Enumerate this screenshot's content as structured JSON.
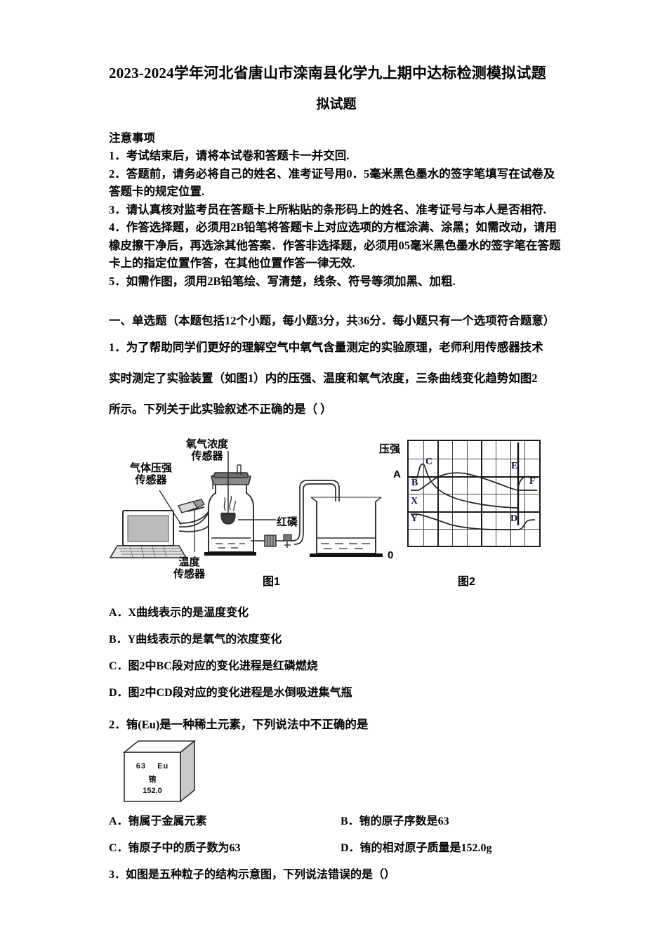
{
  "document": {
    "title": "2023-2024学年河北省唐山市滦南县化学九上期中达标检测模拟试题",
    "subtitle": "拟试题"
  },
  "notice": {
    "heading": "注意事项",
    "items": [
      "1．考试结束后，请将本试卷和答题卡一并交回.",
      "2．答题前，请务必将自己的姓名、准考证号用0．5毫米黑色墨水的签字笔填写在试卷及答题卡的规定位置.",
      "3．请认真核对监考员在答题卡上所粘贴的条形码上的姓名、准考证号与本人是否相符.",
      "4．作答选择题，必须用2B铅笔将答题卡上对应选项的方框涂满、涂黑；如需改动，请用橡皮擦干净后，再选涂其他答案．作答非选择题，必须用05毫米黑色墨水的签字笔在答题卡上的指定位置作答，在其他位置作答一律无效.",
      "5．如需作图，须用2B铅笔绘、写清楚，线条、符号等须加黑、加粗."
    ]
  },
  "section": {
    "heading": "一、单选题（本题包括12个小题，每小题3分，共36分．每小题只有一个选项符合题意）"
  },
  "questions": [
    {
      "number": "1．",
      "stem_line1": "1．为了帮助同学们更好的理解空气中氧气含量测定的实验原理，老师利用传感器技术",
      "stem_line2": "实时测定了实验装置（如图1）内的压强、温度和氧气浓度，三条曲线变化趋势如图2",
      "stem_line3": "所示。下列关于此实验叙述不正确的是（    ）",
      "options": [
        "A．X曲线表示的是温度变化",
        "B．Y曲线表示的是氧气的浓度变化",
        "C．图2中BC段对应的变化进程是红磷燃烧",
        "D．图2中CD段对应的变化进程是水倒吸进集气瓶"
      ]
    },
    {
      "number": "2．",
      "stem": "2．铕(Eu)是一种稀土元素，下列说法中不正确的是",
      "options_left": [
        "A．铕属于金属元素",
        "C．铕原子中的质子数为63"
      ],
      "options_right": [
        "B．铕的原子序数是63",
        "D．铕的相对原子质量是152.0g"
      ]
    },
    {
      "number": "3．",
      "stem": "3．如图是五种粒子的结构示意图，下列说法错误的是（）"
    }
  ],
  "figure1": {
    "caption": "图1",
    "labels": {
      "pressure_sensor": "气体压强\n传感器",
      "pressure_sensor_line1": "气体压强",
      "pressure_sensor_line2": "传感器",
      "oxygen_sensor_line1": "氧气浓度",
      "oxygen_sensor_line2": "传感器",
      "temperature_sensor_line1": "温度",
      "temperature_sensor_line2": "传感器",
      "red_phosphorus": "红磷"
    }
  },
  "figure2": {
    "caption": "图2",
    "y_axis_label": "压强",
    "origin_label": "0",
    "point_labels": [
      "A",
      "B",
      "C",
      "X",
      "Y",
      "D",
      "E",
      "F"
    ],
    "chart_data": {
      "type": "line",
      "title": "图2",
      "xlabel": "",
      "ylabel": "压强",
      "grid": true,
      "legend": "none",
      "xlim": [
        0,
        9
      ],
      "ylim": [
        0,
        6
      ],
      "axis_tick_labels": [
        "0",
        "A"
      ],
      "annotations": [
        "A",
        "B",
        "C",
        "X",
        "Y",
        "D",
        "E",
        "F"
      ],
      "series": [
        {
          "name": "压强",
          "comment": "pressure curve B-C-D-E-F",
          "x": [
            0.05,
            0.55,
            0.75,
            1.0,
            1.3,
            2.0,
            3.0,
            4.5,
            6.0,
            7.0,
            7.55,
            7.6,
            7.8,
            8.2,
            8.9
          ],
          "y": [
            3.62,
            3.62,
            4.25,
            3.9,
            3.5,
            2.7,
            2.25,
            2.0,
            1.92,
            1.9,
            1.9,
            2.8,
            3.75,
            3.85,
            3.8
          ]
        },
        {
          "name": "X",
          "comment": "temperature curve: rises sharply then decays, jump at E",
          "x": [
            0.05,
            0.6,
            0.85,
            1.2,
            1.8,
            2.6,
            3.5,
            5.0,
            6.5,
            7.5,
            7.6,
            8.0,
            8.9
          ],
          "y": [
            3.1,
            3.1,
            3.35,
            3.75,
            3.85,
            3.75,
            3.5,
            3.15,
            2.85,
            2.7,
            2.6,
            2.62,
            2.62
          ]
        },
        {
          "name": "Y",
          "comment": "oxygen concentration: declines then flattens, small rise at end",
          "x": [
            0.05,
            0.5,
            1.2,
            2.2,
            3.2,
            4.4,
            5.6,
            6.6,
            7.5,
            7.65,
            7.9,
            8.3,
            8.9
          ],
          "y": [
            1.55,
            1.5,
            1.2,
            0.82,
            0.62,
            0.58,
            0.56,
            0.55,
            0.54,
            0.55,
            0.95,
            1.05,
            1.05
          ]
        }
      ]
    }
  },
  "element_cube": {
    "atomic_number": "63",
    "symbol": "Eu",
    "name_cn": "铕",
    "atomic_mass": "152.0"
  }
}
